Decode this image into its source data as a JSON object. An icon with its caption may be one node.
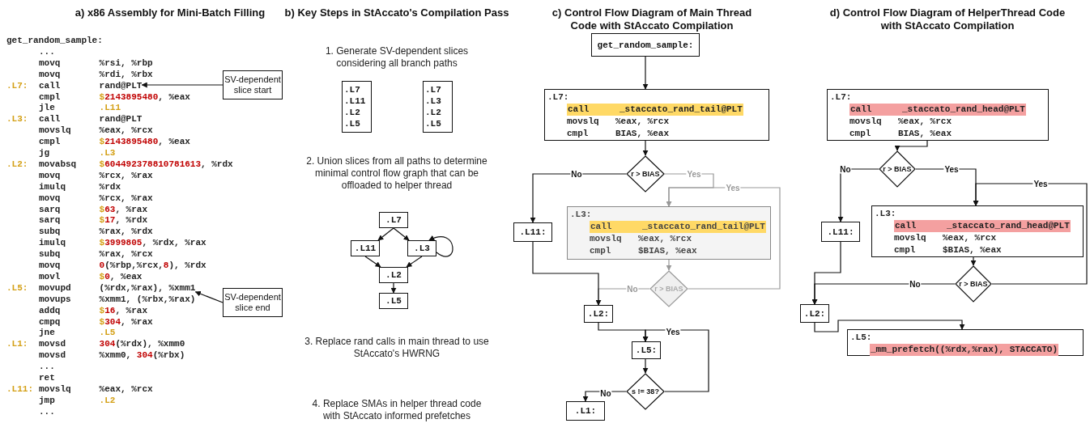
{
  "diagram": {
    "nodes": [
      {
        "text": [
          "SV-dependent slice start"
        ]
      },
      {
        "text": [
          "SV-dependent slice end"
        ]
      },
      {
        "text": [
          ".L7 .L11 .L2 .L5"
        ]
      },
      {
        "text": [
          ".L7 .L3 .L2 .L5"
        ]
      },
      {
        "text": [
          ".L7"
        ]
      },
      {
        "text": [
          ".L11"
        ]
      },
      {
        "text": [
          ".L3"
        ]
      },
      {
        "text": [
          ".L2"
        ]
      },
      {
        "text": [
          ".L5"
        ]
      },
      {
        "text": [
          "get_random_sample:"
        ]
      },
      {
        "text": [
          ".L7:",
          "call _staccato_rand_tail@PLT",
          "movslq %eax, %rcx",
          "cmpl BIAS, %eax"
        ]
      },
      {
        "text": [
          "r > BIAS"
        ]
      },
      {
        "text": [
          ".L11:"
        ]
      },
      {
        "text": [
          ".L3:",
          "call _staccato_rand_tail@PLT",
          "movslq %eax, %rcx",
          "cmpl $BIAS, %eax"
        ]
      },
      {
        "text": [
          "r > BIAS"
        ]
      },
      {
        "text": [
          ".L2:"
        ]
      },
      {
        "text": [
          ".L5:"
        ]
      },
      {
        "text": [
          "s != 38?"
        ]
      },
      {
        "text": [
          ".L1:"
        ]
      },
      {
        "text": [
          ".L7:",
          "call _staccato_rand_head@PLT",
          "movslq %eax, %rcx",
          "cmpl BIAS, %eax"
        ]
      },
      {
        "text": [
          "r > BIAS"
        ]
      },
      {
        "text": [
          ".L11:"
        ]
      },
      {
        "text": [
          ".L3:",
          "call _staccato_rand_head@PLT",
          "movslq %eax, %rcx",
          "cmpl $BIAS, %eax"
        ]
      },
      {
        "text": [
          "r > BIAS"
        ]
      },
      {
        "text": [
          ".L2:"
        ]
      },
      {
        "text": [
          ".L5:",
          "_mm_prefetch((%rdx,%rax), STACCATO)"
        ]
      },
      {
        "text": [
          "call rand@PLT"
        ]
      },
      {
        "text": [
          "movupd (%rdx,%rax), %xmm1"
        ]
      }
    ],
    "edges": [
      {
        "from": 0,
        "to": 26,
        "arrow": "to"
      },
      {
        "from": 1,
        "to": 27,
        "arrow": "to"
      },
      {
        "from": 4,
        "to": 5,
        "arrow": "to"
      },
      {
        "from": 4,
        "to": 6,
        "arrow": "to"
      },
      {
        "from": 6,
        "to": 6,
        "arrow": "to"
      },
      {
        "from": 5,
        "to": 7,
        "arrow": "to"
      },
      {
        "from": 6,
        "to": 7,
        "arrow": "to"
      },
      {
        "from": 7,
        "to": 8,
        "arrow": "to"
      },
      {
        "from": 9,
        "to": 10,
        "arrow": "to"
      },
      {
        "from": 10,
        "to": 11,
        "arrow": "to"
      },
      {
        "from": 11,
        "to": 12,
        "label": "No",
        "arrow": "to"
      },
      {
        "from": 11,
        "to": 13,
        "label": "Yes",
        "arrow": "to",
        "color": "#999999"
      },
      {
        "from": 13,
        "to": 14,
        "arrow": "to",
        "color": "#999999"
      },
      {
        "from": 14,
        "to": 13,
        "label": "Yes",
        "arrow": "to",
        "color": "#999999"
      },
      {
        "from": 14,
        "to": 15,
        "label": "No",
        "arrow": "to",
        "color": "#999999"
      },
      {
        "from": 12,
        "to": 15,
        "arrow": "to"
      },
      {
        "from": 15,
        "to": 16,
        "arrow": "to"
      },
      {
        "from": 16,
        "to": 17,
        "arrow": "to"
      },
      {
        "from": 17,
        "to": 16,
        "label": "Yes",
        "arrow": "to"
      },
      {
        "from": 17,
        "to": 18,
        "label": "No",
        "arrow": "to"
      },
      {
        "from": 19,
        "to": 20,
        "arrow": "to"
      },
      {
        "from": 20,
        "to": 21,
        "label": "No",
        "arrow": "to"
      },
      {
        "from": 20,
        "to": 22,
        "label": "Yes",
        "arrow": "to"
      },
      {
        "from": 23,
        "to": 22,
        "label": "Yes",
        "arrow": "to"
      },
      {
        "from": 22,
        "to": 23,
        "arrow": "to"
      },
      {
        "from": 23,
        "to": 24,
        "label": "No",
        "arrow": "to"
      },
      {
        "from": 21,
        "to": 24,
        "arrow": "to"
      },
      {
        "from": 24,
        "to": 25,
        "arrow": "to"
      }
    ],
    "labels": [
      "a) x86 Assembly for Mini-Batch Filling",
      "get_random_sample:",
      "...",
      "movq %rsi, %rbp",
      "movq %rdi, %rbx",
      ".L7:",
      "cmpl $2143895480, %eax",
      "jle .L11",
      ".L3:",
      "call rand@PLT",
      "movslq %eax, %rcx",
      "cmpl $2143895480, %eax",
      "jg .L3",
      ".L2:",
      "movabsq $604492378810781613, %rdx",
      "movq %rcx, %rax",
      "imulq %rdx",
      "movq %rcx, %rax",
      "sarq $63, %rax",
      "sarq $17, %rdx",
      "subq %rax, %rdx",
      "imulq $3999805, %rdx, %rax",
      "subq %rax, %rcx",
      "movq 0(%rbp,%rcx,8), %rdx",
      "movl $0, %eax",
      ".L5:",
      "movups %xmm1, (%rbx,%rax)",
      "addq $16, %rax",
      "cmpq $304, %rax",
      "jne .L5",
      ".L1:",
      "movsd 304(%rdx), %xmm0",
      "movsd %xmm0, 304(%rbx)",
      "...",
      "ret",
      ".L11:",
      "movslq %eax, %rcx",
      "jmp .L2",
      "...",
      "b) Key Steps in StAccato's Compilation Pass",
      "1. Generate SV-dependent slices considering all branch paths",
      "2. Union slices from all paths to determine minimal control flow graph that can be offloaded to helper thread",
      "3. Replace rand calls in main thread to use StAccato's HWRNG",
      "4. Replace SMAs in helper thread code with StAccato informed prefetches",
      "c) Control Flow Diagram of Main Thread Code with StAccato Compilation",
      "d) Control Flow Diagram of HelperThread Code with StAccato Compilation"
    ]
  }
}
